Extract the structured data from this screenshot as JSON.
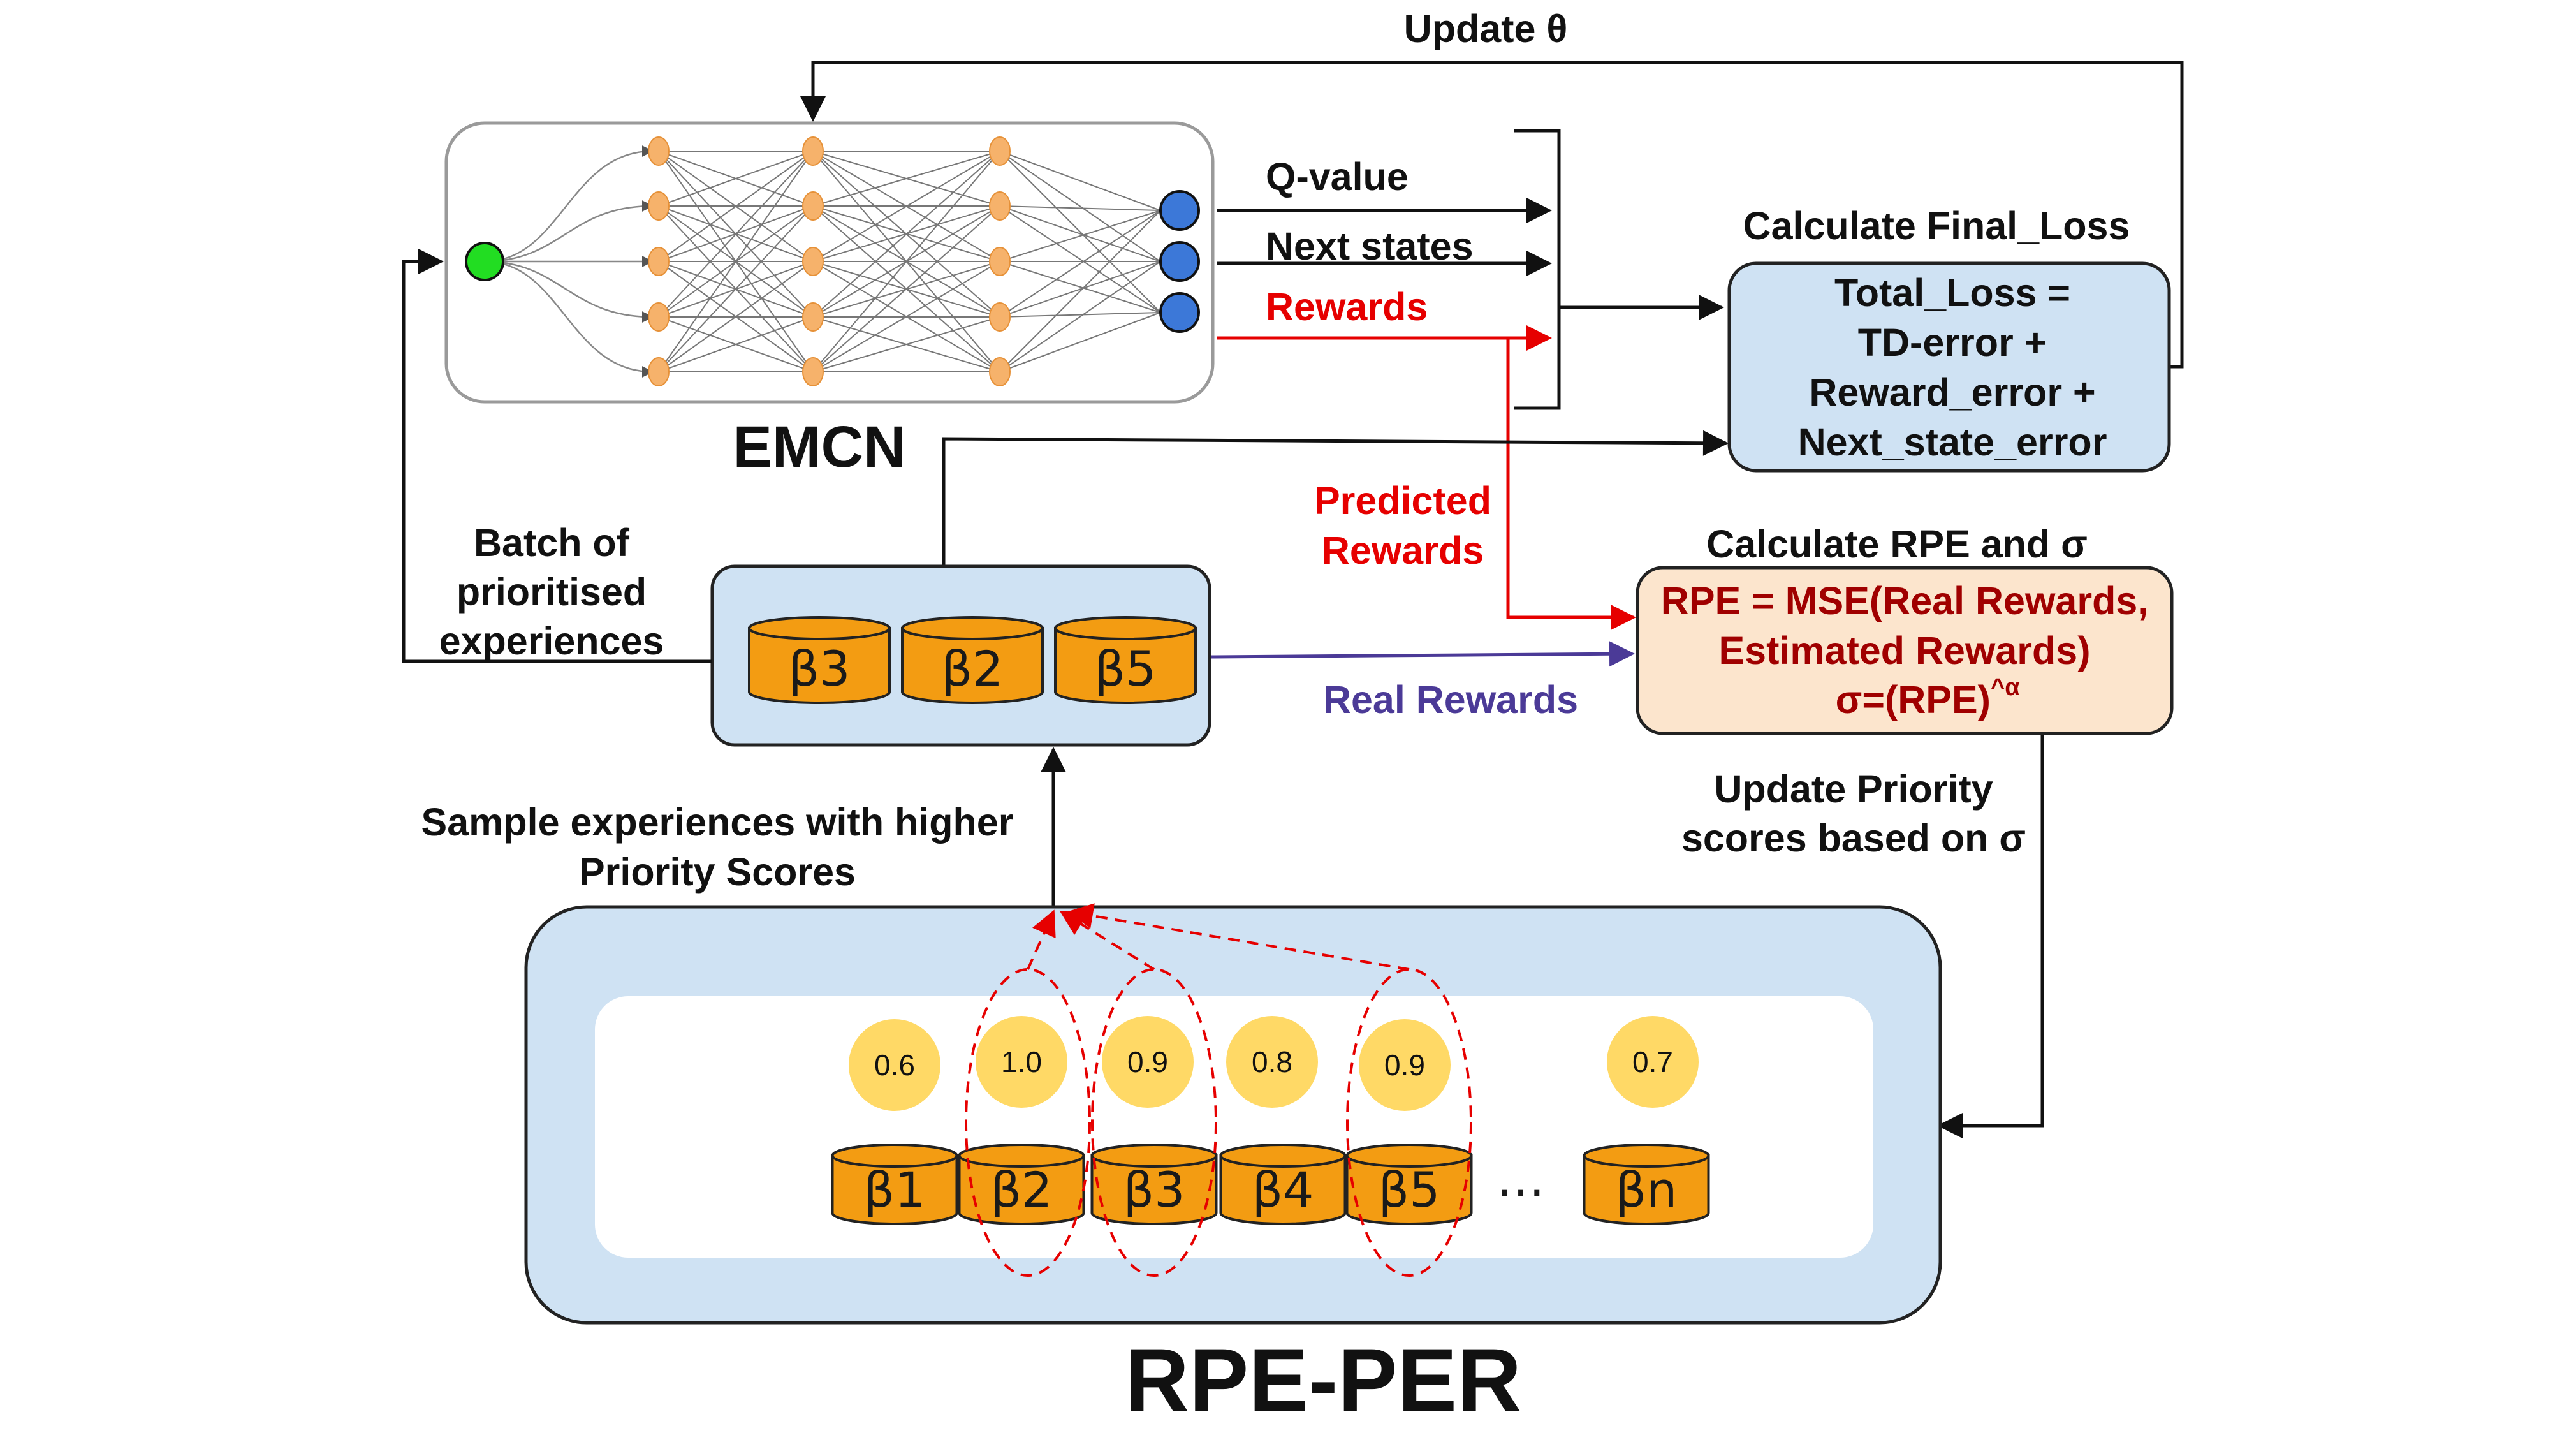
{
  "labels": {
    "update_theta": "Update θ",
    "emcn": "EMCN",
    "q_value": "Q-value",
    "next_states": "Next states",
    "rewards": "Rewards",
    "calc_final_loss": "Calculate Final_Loss",
    "total_loss_lines": [
      "Total_Loss =",
      "TD-error +",
      "Reward_error +",
      "Next_state_error"
    ],
    "predicted_rewards_lines": [
      "Predicted",
      "Rewards"
    ],
    "calc_rpe": "Calculate RPE and σ",
    "rpe_formula_lines": [
      "RPE = MSE(Real Rewards,",
      "Estimated Rewards)"
    ],
    "sigma_formula": "σ=(RPE)",
    "sigma_exponent": "^α",
    "batch_lines": [
      "Batch of",
      "prioritised",
      "experiences"
    ],
    "real_rewards": "Real Rewards",
    "update_priority_lines": [
      "Update Priority",
      "scores based on σ"
    ],
    "sample_lines": [
      "Sample experiences with higher",
      "Priority Scores"
    ],
    "rpe_per": "RPE-PER",
    "ellipsis": "…"
  },
  "batch": [
    "β3",
    "β2",
    "β5"
  ],
  "buffer": {
    "experiences": [
      "β1",
      "β2",
      "β3",
      "β4",
      "β5",
      "βn"
    ],
    "scores": [
      "0.6",
      "1.0",
      "0.9",
      "0.8",
      "0.9",
      "0.7"
    ]
  },
  "colors": {
    "panel_blue": "#cfe2f3",
    "rpe_box": "#fce5cd",
    "cylinder": "#f39c12",
    "score_circle": "#ffd966",
    "red_arrow": "#e60000",
    "purple_arrow": "#4b3a97",
    "dark_red_text": "#a00000",
    "input_node": "#22dd22",
    "output_node": "#3c78d8",
    "hidden_node": "#f6b26b"
  }
}
